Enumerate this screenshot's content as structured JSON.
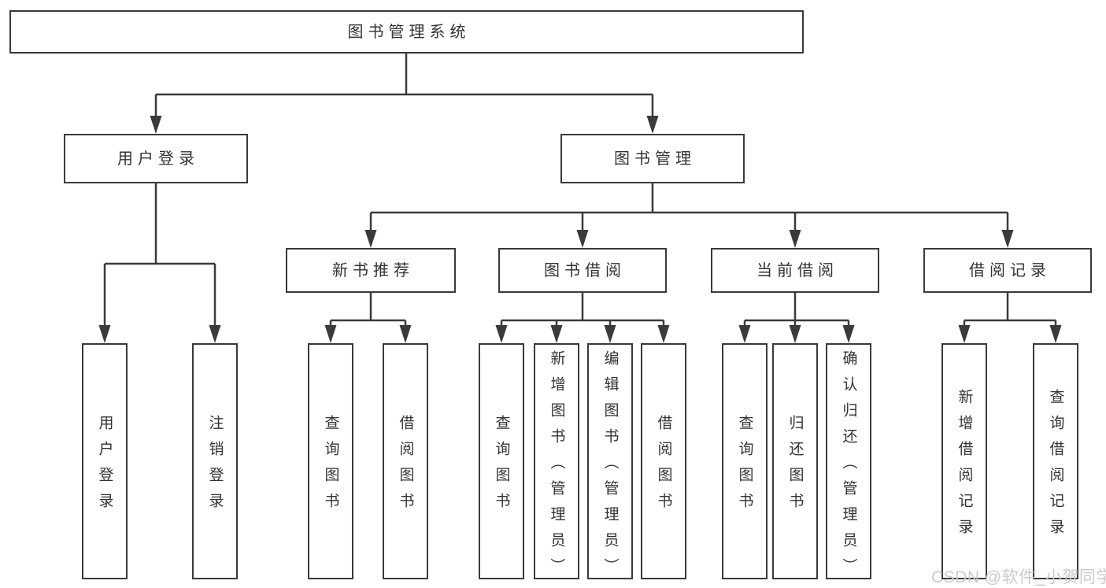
{
  "colors": {
    "background": "#ffffff",
    "line": "#3a3a3a",
    "text": "#333333",
    "watermark": "#cfc8cd"
  },
  "tree": {
    "root": {
      "label": "图书管理系统"
    },
    "branches": [
      {
        "label": "用户登录",
        "children": [
          {
            "label": "用户登录"
          },
          {
            "label": "注销登录"
          }
        ]
      },
      {
        "label": "图书管理",
        "sections": [
          {
            "label": "新书推荐",
            "children": [
              {
                "label": "查询图书"
              },
              {
                "label": "借阅图书"
              }
            ]
          },
          {
            "label": "图书借阅",
            "children": [
              {
                "label": "查询图书"
              },
              {
                "label": "新增图书（管理员）"
              },
              {
                "label": "编辑图书（管理员）"
              },
              {
                "label": "借阅图书"
              }
            ]
          },
          {
            "label": "当前借阅",
            "children": [
              {
                "label": "查询图书"
              },
              {
                "label": "归还图书"
              },
              {
                "label": "确认归还（管理员）"
              }
            ]
          },
          {
            "label": "借阅记录",
            "children": [
              {
                "label": "新增借阅记录"
              },
              {
                "label": "查询借阅记录"
              }
            ]
          }
        ]
      }
    ]
  },
  "watermark": {
    "text": "CSDN @软件_小贺同学"
  }
}
